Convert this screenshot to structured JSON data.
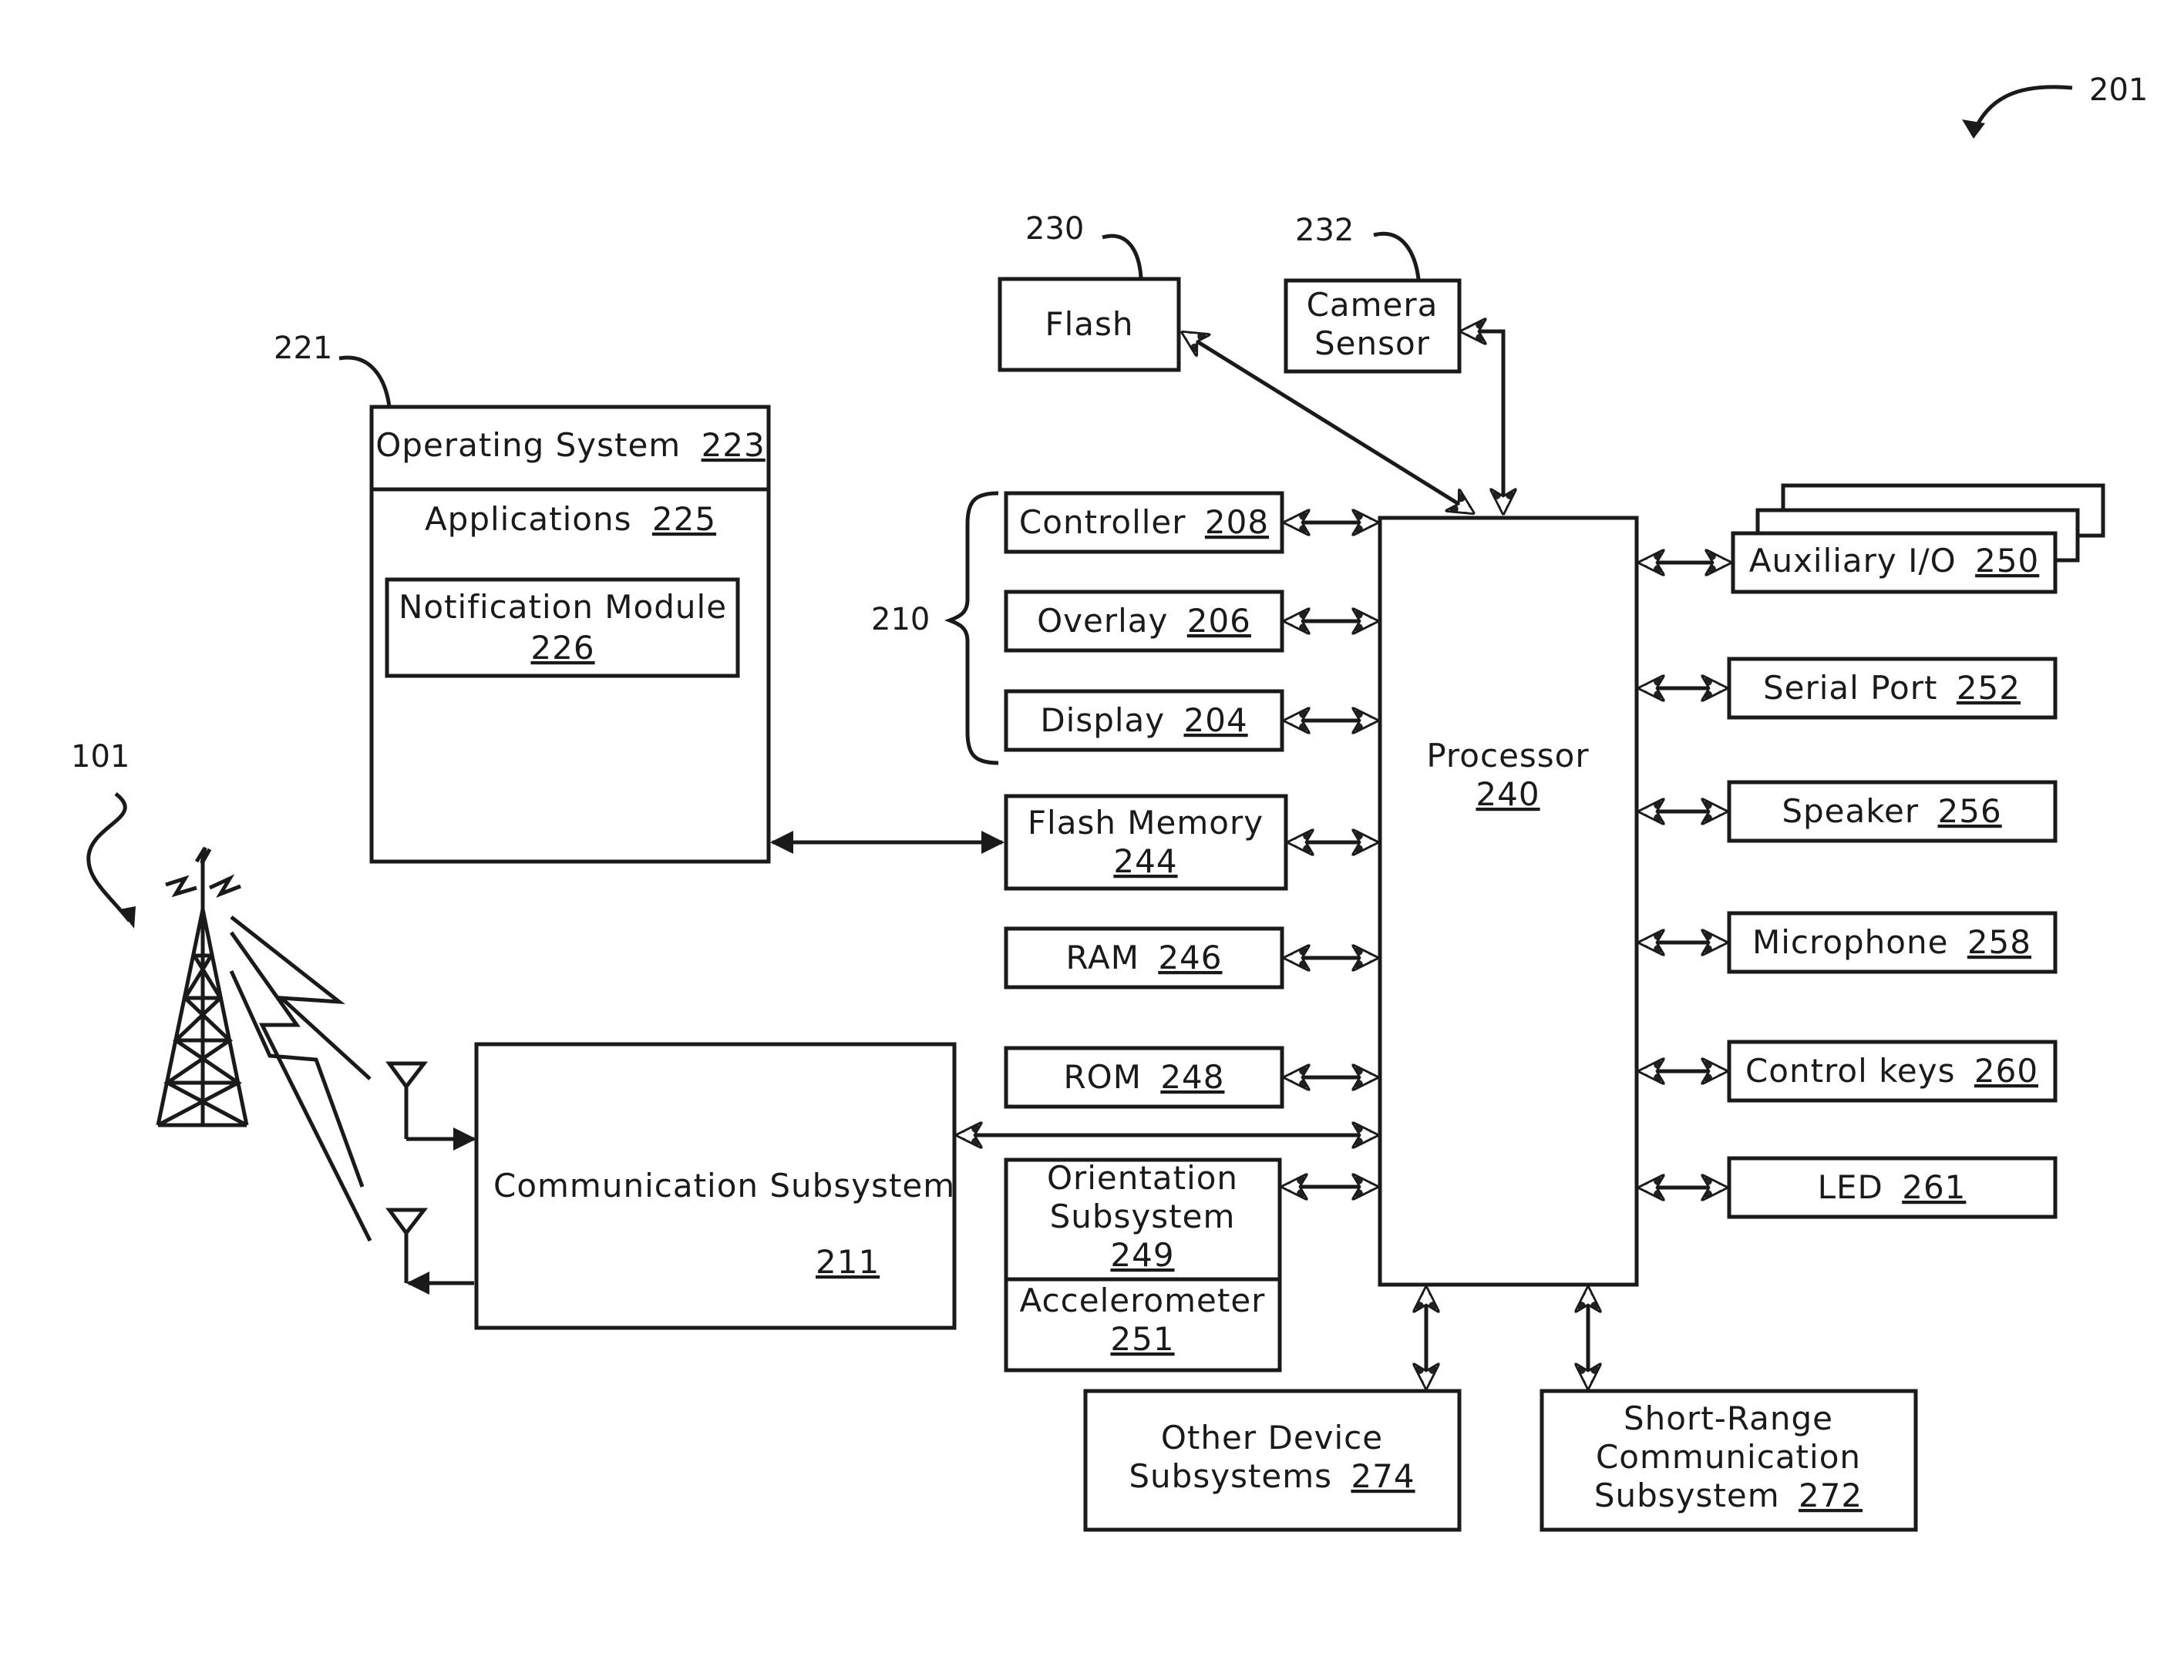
{
  "figure_ref": "201",
  "network_ref": "101",
  "os_group": {
    "ref": "221",
    "os_name": "Operating System",
    "os_num": "223",
    "apps_name": "Applications",
    "apps_num": "225",
    "notif_name": "Notification Module",
    "notif_num": "226"
  },
  "flash": {
    "ref": "230",
    "name": "Flash"
  },
  "camera": {
    "ref": "232",
    "line1": "Camera",
    "line2": "Sensor"
  },
  "display_group": {
    "ref": "210"
  },
  "controller": {
    "name": "Controller",
    "num": "208"
  },
  "overlay": {
    "name": "Overlay",
    "num": "206"
  },
  "display": {
    "name": "Display",
    "num": "204"
  },
  "flash_memory": {
    "name": "Flash Memory",
    "num": "244"
  },
  "ram": {
    "name": "RAM",
    "num": "246"
  },
  "rom": {
    "name": "ROM",
    "num": "248"
  },
  "orientation": {
    "line1": "Orientation",
    "line2": "Subsystem",
    "num": "249"
  },
  "accelerometer": {
    "name": "Accelerometer",
    "num": "251"
  },
  "comm": {
    "name": "Communication Subsystem",
    "num": "211"
  },
  "processor": {
    "name": "Processor",
    "num": "240"
  },
  "aux_io": {
    "name": "Auxiliary I/O",
    "num": "250"
  },
  "serial": {
    "name": "Serial Port",
    "num": "252"
  },
  "speaker": {
    "name": "Speaker",
    "num": "256"
  },
  "microphone": {
    "name": "Microphone",
    "num": "258"
  },
  "control_keys": {
    "name": "Control keys",
    "num": "260"
  },
  "led": {
    "name": "LED",
    "num": "261"
  },
  "other": {
    "line1": "Other Device",
    "line2": "Subsystems",
    "num": "274"
  },
  "short_range": {
    "line1": "Short-Range",
    "line2": "Communication",
    "line3": "Subsystem",
    "num": "272"
  }
}
